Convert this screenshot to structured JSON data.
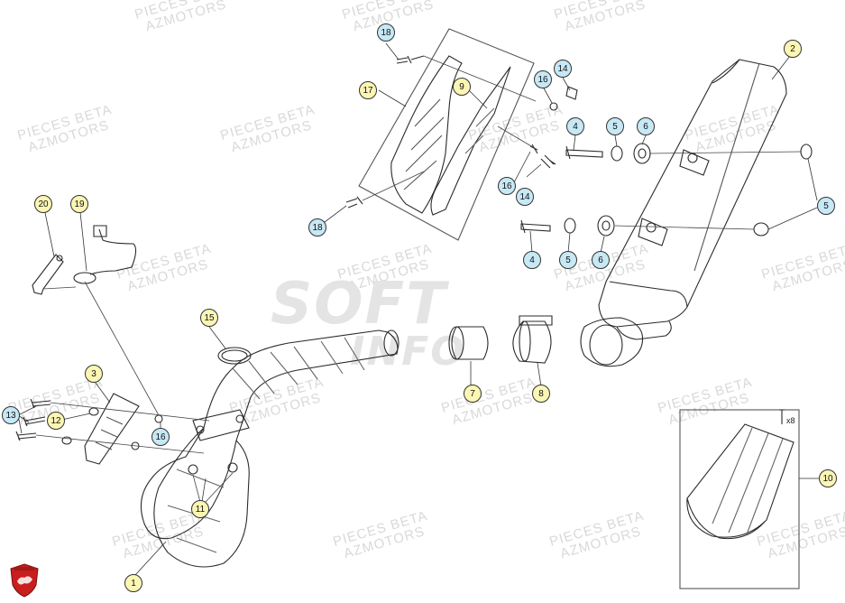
{
  "watermark": {
    "line1": "PIECES BETA",
    "line2": "AZMOTORS",
    "overlay_top": "SOFT",
    "overlay_bottom": "INFO"
  },
  "callouts": [
    {
      "id": "c1",
      "label": "1",
      "color": "yellow"
    },
    {
      "id": "c2",
      "label": "2",
      "color": "yellow"
    },
    {
      "id": "c3",
      "label": "3",
      "color": "yellow"
    },
    {
      "id": "c4a",
      "label": "4",
      "color": "blue"
    },
    {
      "id": "c4b",
      "label": "4",
      "color": "blue"
    },
    {
      "id": "c5a",
      "label": "5",
      "color": "blue"
    },
    {
      "id": "c5b",
      "label": "5",
      "color": "blue"
    },
    {
      "id": "c5c",
      "label": "5",
      "color": "blue"
    },
    {
      "id": "c6a",
      "label": "6",
      "color": "blue"
    },
    {
      "id": "c6b",
      "label": "6",
      "color": "blue"
    },
    {
      "id": "c7",
      "label": "7",
      "color": "yellow"
    },
    {
      "id": "c8",
      "label": "8",
      "color": "yellow"
    },
    {
      "id": "c9",
      "label": "9",
      "color": "yellow"
    },
    {
      "id": "c10",
      "label": "10",
      "color": "yellow"
    },
    {
      "id": "c11",
      "label": "11",
      "color": "yellow"
    },
    {
      "id": "c12",
      "label": "12",
      "color": "yellow"
    },
    {
      "id": "c13",
      "label": "13",
      "color": "blue"
    },
    {
      "id": "c14a",
      "label": "14",
      "color": "blue"
    },
    {
      "id": "c14b",
      "label": "14",
      "color": "blue"
    },
    {
      "id": "c15",
      "label": "15",
      "color": "yellow"
    },
    {
      "id": "c16a",
      "label": "16",
      "color": "blue"
    },
    {
      "id": "c16b",
      "label": "16",
      "color": "blue"
    },
    {
      "id": "c16c",
      "label": "16",
      "color": "blue"
    },
    {
      "id": "c17",
      "label": "17",
      "color": "yellow"
    },
    {
      "id": "c18a",
      "label": "18",
      "color": "blue"
    },
    {
      "id": "c18b",
      "label": "18",
      "color": "blue"
    },
    {
      "id": "c19",
      "label": "19",
      "color": "yellow"
    },
    {
      "id": "c20",
      "label": "20",
      "color": "yellow"
    }
  ],
  "kit_quantity": "x8",
  "colors": {
    "callout_yellow": "#fbf6b4",
    "callout_blue": "#c7e8f5",
    "line": "#2b2b2b",
    "logo_red": "#c81e1e"
  },
  "icons": {
    "logo": "azmotors-shield-logo"
  }
}
